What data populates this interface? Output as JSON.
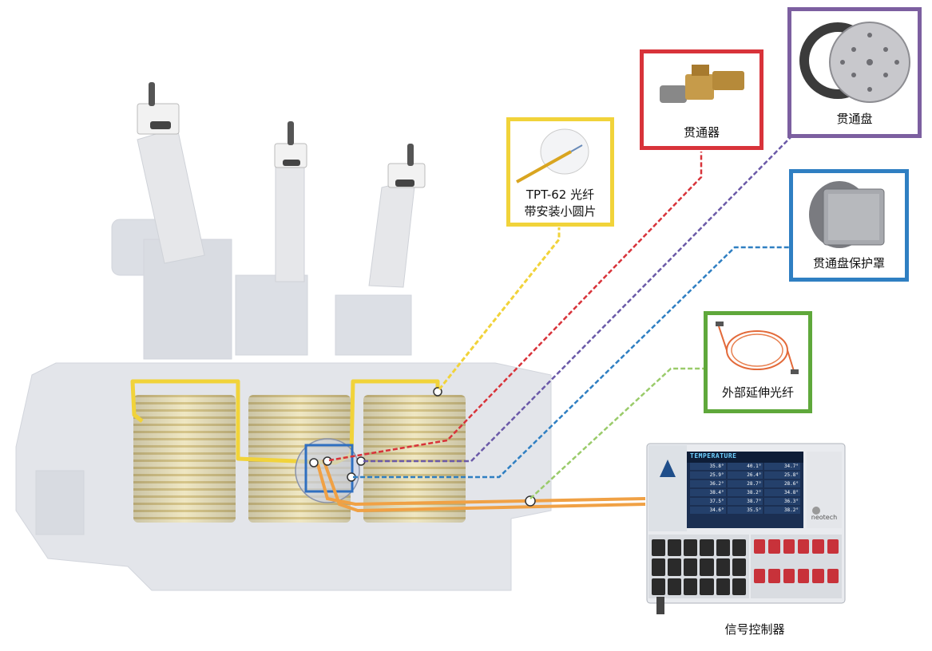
{
  "callouts": {
    "fiber": {
      "line1": "TPT-62 光纤",
      "line2": "带安装小圆片",
      "color": "#f1d33a"
    },
    "feedthrough": {
      "label": "贯通器",
      "color": "#d8333a"
    },
    "plate": {
      "label": "贯通盘",
      "color": "#7c5fa0"
    },
    "plate_cover": {
      "label": "贯通盘保护罩",
      "color": "#2f7fc2"
    },
    "extension": {
      "label": "外部延伸光纤",
      "color": "#5fa83b"
    }
  },
  "controller": {
    "label": "信号控制器",
    "screen_title": "TEMPERATURE",
    "readings": [
      "35.8°",
      "40.1°",
      "34.7°",
      "25.9°",
      "26.4°",
      "25.8°",
      "36.2°",
      "28.7°",
      "28.6°",
      "38.4°",
      "38.2°",
      "34.8°",
      "37.5°",
      "38.7°",
      "36.3°",
      "34.6°",
      "35.5°",
      "38.2°"
    ],
    "brand": "neotech"
  },
  "colors": {
    "fiber_orange": "#f0a145",
    "coil": "#e6dcb0"
  }
}
